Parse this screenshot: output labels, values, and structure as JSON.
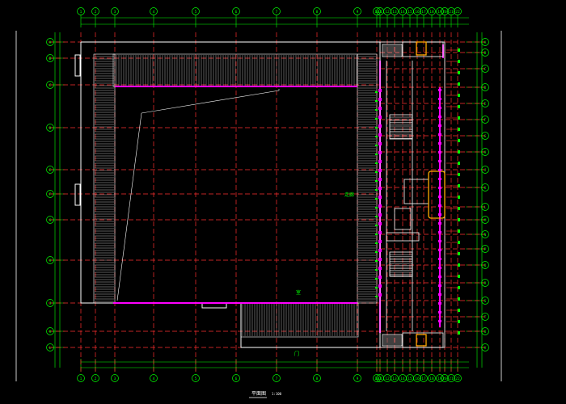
{
  "drawing": {
    "title": "平面图",
    "scale": "1:100",
    "room_label_center": "走廊",
    "room_label_lower": "室",
    "room_label_bottom": "门"
  },
  "grid": {
    "column_marks": [
      "1",
      "2",
      "3",
      "4",
      "5",
      "6",
      "7",
      "8",
      "9",
      "10",
      "11",
      "12",
      "13",
      "14",
      "15",
      "16",
      "17",
      "18",
      "19",
      "20",
      "21",
      "22"
    ],
    "row_marks": [
      "A",
      "B",
      "C",
      "D",
      "E",
      "F",
      "G",
      "H",
      "J",
      "K",
      "L",
      "M",
      "N",
      "P",
      "Q",
      "R",
      "S",
      "T",
      "U",
      "V",
      "W",
      "X"
    ]
  },
  "colors": {
    "background": "#000000",
    "axis": "#ff3030",
    "dimension": "#00ff00",
    "wall": "#ffffff",
    "partition": "#ff00ff",
    "highlight": "#ffaa00",
    "hatch": "#b8b8b8",
    "annotation": "#00ff00"
  }
}
